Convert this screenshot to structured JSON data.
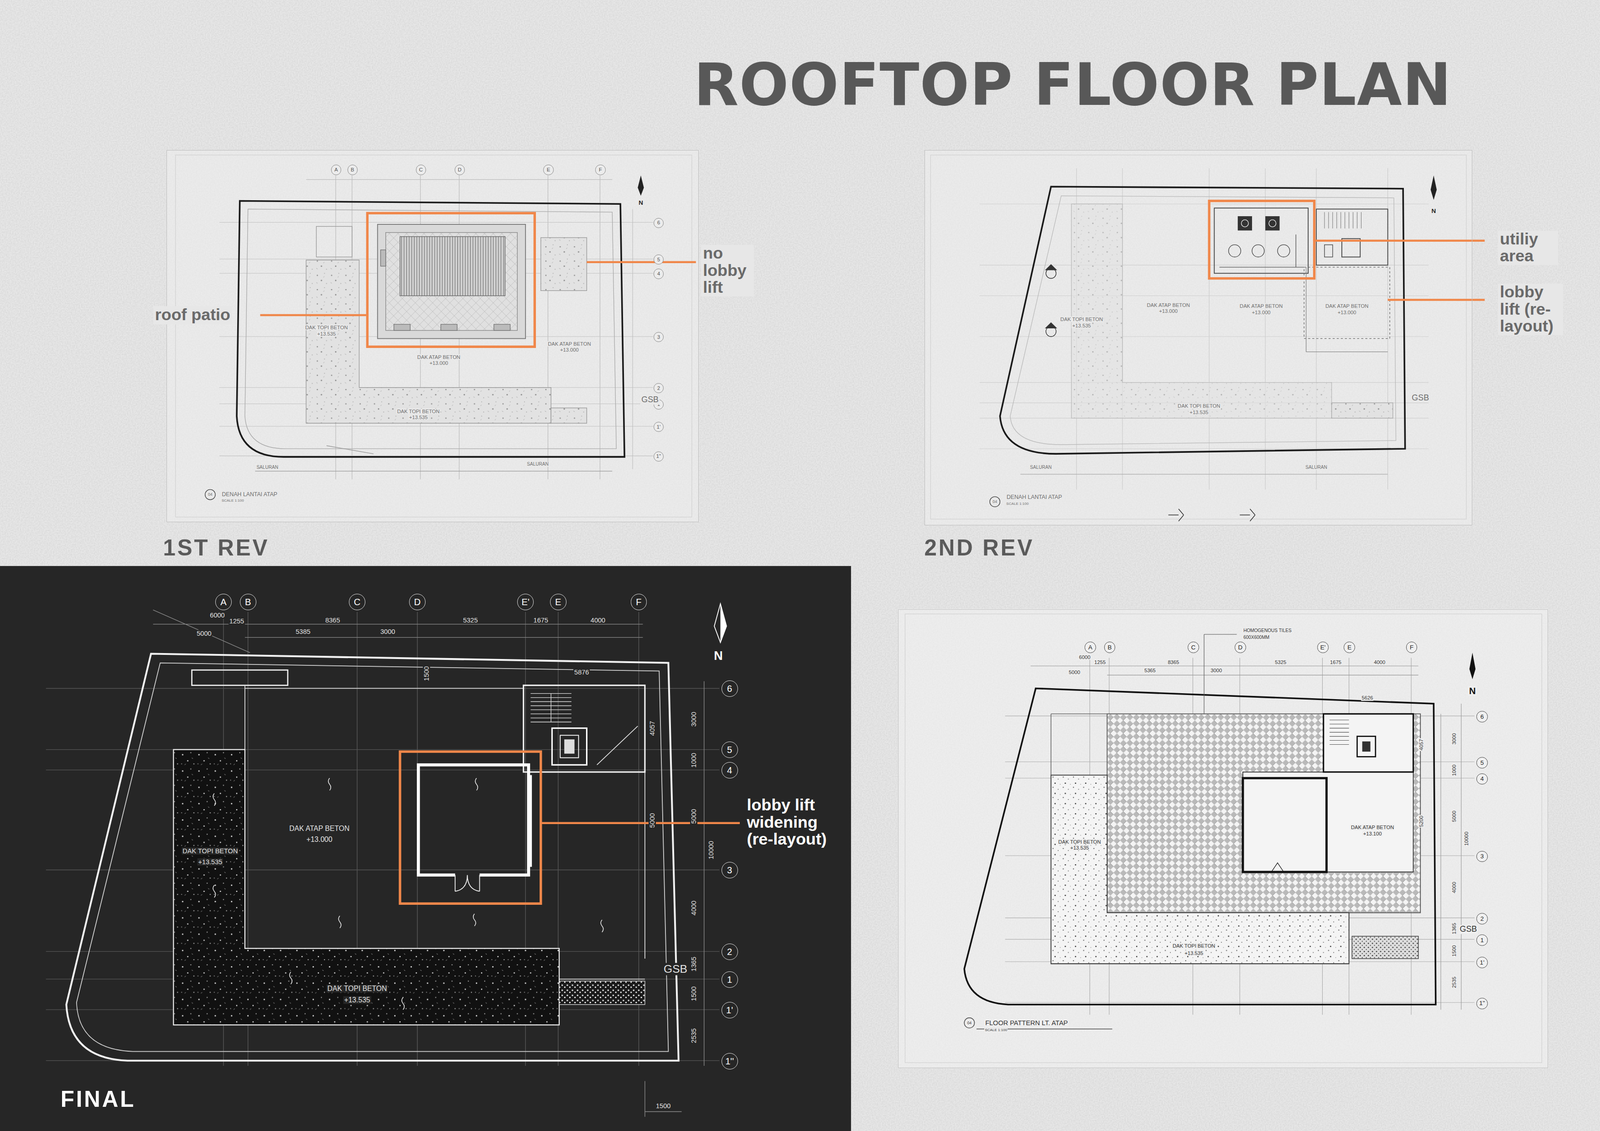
{
  "diagram": {
    "title": "ROOFTOP FLOOR PLAN",
    "nodes": [
      {
        "text": [
          "1ST REV",
          "DENAH LANTAI ATAP",
          "SCALE 1:100"
        ]
      },
      {
        "text": [
          "A"
        ],
        "in": 0
      },
      {
        "text": [
          "B"
        ],
        "in": 0
      },
      {
        "text": [
          "C"
        ],
        "in": 0
      },
      {
        "text": [
          "D"
        ],
        "in": 0
      },
      {
        "text": [
          "E"
        ],
        "in": 0
      },
      {
        "text": [
          "F"
        ],
        "in": 0
      },
      {
        "text": [
          "6"
        ],
        "in": 0
      },
      {
        "text": [
          "5"
        ],
        "in": 0
      },
      {
        "text": [
          "4"
        ],
        "in": 0
      },
      {
        "text": [
          "3"
        ],
        "in": 0
      },
      {
        "text": [
          "2"
        ],
        "in": 0
      },
      {
        "text": [
          "1"
        ],
        "in": 0
      },
      {
        "text": [
          "1'"
        ],
        "in": 0
      },
      {
        "text": [
          "1''"
        ],
        "in": 0
      },
      {
        "text": [
          "2ND REV",
          "DENAH LANTAI ATAP",
          "SCALE 1:100"
        ]
      },
      {
        "text": [
          "FINAL"
        ]
      },
      {
        "text": [
          "A"
        ],
        "in": 16
      },
      {
        "text": [
          "B"
        ],
        "in": 16
      },
      {
        "text": [
          "C"
        ],
        "in": 16
      },
      {
        "text": [
          "D"
        ],
        "in": 16
      },
      {
        "text": [
          "E'"
        ],
        "in": 16
      },
      {
        "text": [
          "E"
        ],
        "in": 16
      },
      {
        "text": [
          "F"
        ],
        "in": 16
      },
      {
        "text": [
          "6"
        ],
        "in": 16
      },
      {
        "text": [
          "5"
        ],
        "in": 16
      },
      {
        "text": [
          "4"
        ],
        "in": 16
      },
      {
        "text": [
          "3"
        ],
        "in": 16
      },
      {
        "text": [
          "2"
        ],
        "in": 16
      },
      {
        "text": [
          "1"
        ],
        "in": 16
      },
      {
        "text": [
          "1'"
        ],
        "in": 16
      },
      {
        "text": [
          "1''"
        ],
        "in": 16
      },
      {
        "text": [
          "FLOOR PATTERN LT. ATAP",
          "SCALE 1:100"
        ]
      },
      {
        "text": [
          "A"
        ],
        "in": 32
      },
      {
        "text": [
          "B"
        ],
        "in": 32
      },
      {
        "text": [
          "C"
        ],
        "in": 32
      },
      {
        "text": [
          "D"
        ],
        "in": 32
      },
      {
        "text": [
          "E'"
        ],
        "in": 32
      },
      {
        "text": [
          "E"
        ],
        "in": 32
      },
      {
        "text": [
          "F"
        ],
        "in": 32
      },
      {
        "text": [
          "6"
        ],
        "in": 32
      },
      {
        "text": [
          "5"
        ],
        "in": 32
      },
      {
        "text": [
          "4"
        ],
        "in": 32
      },
      {
        "text": [
          "3"
        ],
        "in": 32
      },
      {
        "text": [
          "2"
        ],
        "in": 32
      },
      {
        "text": [
          "1"
        ],
        "in": 32
      },
      {
        "text": [
          "1'"
        ],
        "in": 32
      },
      {
        "text": [
          "1''"
        ],
        "in": 32
      }
    ],
    "labels": [
      "roof patio",
      "no lobby lift",
      "utiliy area",
      "lobby lift (re-layout)",
      "lobby lift widening (re-layout)",
      "DAK TOPI BETON",
      "+13.535",
      "DAK ATAP BETON",
      "+13.000",
      "DAK ATAP BETON",
      "+13.000",
      "DAK TOPI BETON",
      "+13.535",
      "GSB",
      "SALURAN",
      "SALURAN",
      "04",
      "DAK TOPI BETON",
      "+13.535",
      "DAK ATAP BETON",
      "+13.000",
      "DAK ATAP BETON",
      "+13.000",
      "DAK ATAP BETON",
      "+13.000",
      "DAK TOPI BETON",
      "+13.535",
      "GSB",
      "SALURAN",
      "SALURAN",
      "04",
      "6000",
      "1255",
      "8365",
      "5325",
      "1675",
      "4000",
      "5000",
      "5385",
      "3000",
      "5876",
      "1500",
      "DAK ATAP BETON",
      "+13.000",
      "DAK TOPI BETON",
      "+13.535",
      "DAK TOPI BETON",
      "+13.535",
      "3000",
      "1000",
      "5000",
      "10000",
      "4000",
      "1365",
      "1500",
      "2535",
      "4057",
      "5000",
      "GSB",
      "1500",
      "N",
      "HOMOGENOUS TILES",
      "600X600MM",
      "6000",
      "1255",
      "8365",
      "5325",
      "1675",
      "4000",
      "5000",
      "5365",
      "3000",
      "5626",
      "3000",
      "4057",
      "1000",
      "5000",
      "5200",
      "10000",
      "4000",
      "1365",
      "1500",
      "2535",
      "GSB",
      "DAK TOPI BETON",
      "+13.535",
      "DAK ATAP BETON",
      "+13.100",
      "DAK TOPI BETON",
      "+13.535",
      "N",
      "04",
      "N",
      "N"
    ]
  }
}
